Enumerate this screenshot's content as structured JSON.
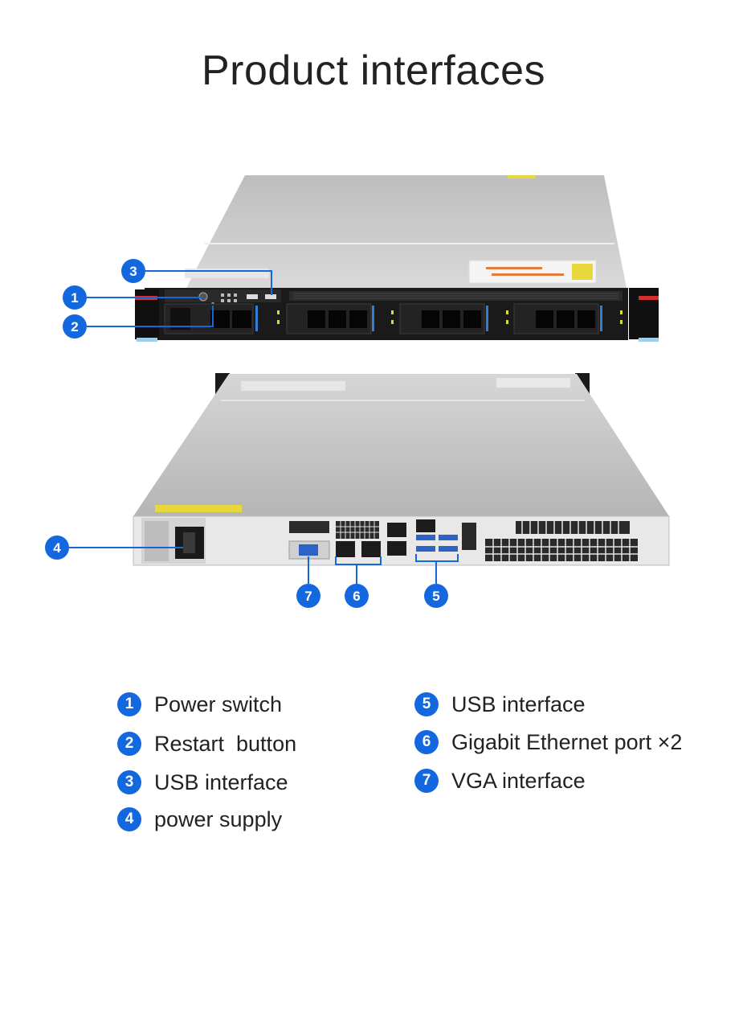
{
  "title": "Product interfaces",
  "accent_color": "#1368e0",
  "callouts": [
    {
      "num": "1",
      "part": "Power switch"
    },
    {
      "num": "2",
      "part": "Restart button"
    },
    {
      "num": "3",
      "part": "USB interface"
    },
    {
      "num": "4",
      "part": "power supply"
    },
    {
      "num": "5",
      "part": "USB interface"
    },
    {
      "num": "6",
      "part": "Gigabit Ethernet port"
    },
    {
      "num": "7",
      "part": "VGA interface"
    }
  ],
  "legend": {
    "left": [
      {
        "num": "1",
        "label": "Power switch"
      },
      {
        "num": "2",
        "label": "Restart  button"
      },
      {
        "num": "3",
        "label": "USB interface"
      },
      {
        "num": "4",
        "label": "power supply"
      }
    ],
    "right": [
      {
        "num": "5",
        "label": "USB interface"
      },
      {
        "num": "6",
        "label": "Gigabit Ethernet port ×2"
      },
      {
        "num": "7",
        "label": "VGA interface"
      }
    ]
  }
}
